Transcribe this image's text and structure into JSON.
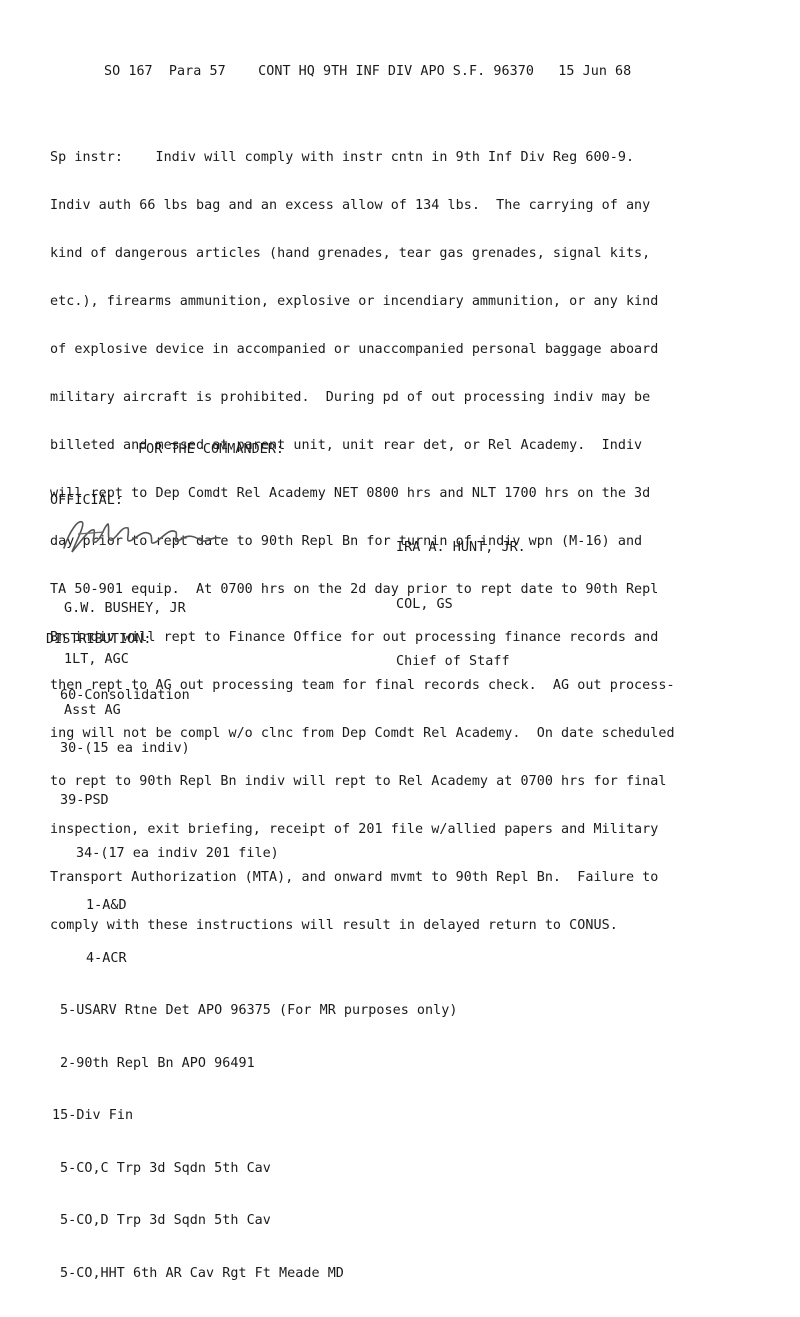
{
  "header": "SO 167  Para 57    CONT HQ 9TH INF DIV APO S.F. 96370   15 Jun 68",
  "body_lines": [
    "Sp instr:    Indiv will comply with instr cntn in 9th Inf Div Reg 600-9.",
    "Indiv auth 66 lbs bag and an excess allow of 134 lbs.  The carrying of any",
    "kind of dangerous articles (hand grenades, tear gas grenades, signal kits,",
    "etc.), firearms ammunition, explosive or incendiary ammunition, or any kind",
    "of explosive device in accompanied or unaccompanied personal baggage aboard",
    "military aircraft is prohibited.  During pd of out processing indiv may be",
    "billeted and messed at parent unit, unit rear det, or Rel Academy.  Indiv",
    "will rept to Dep Comdt Rel Academy NET 0800 hrs and NLT 1700 hrs on the 3d",
    "day prior to rept date to 90th Repl Bn for turnin of indiv wpn (M-16) and",
    "TA 50-901 equip.  At 0700 hrs on the 2d day prior to rept date to 90th Repl",
    "Bn indiv will rept to Finance Office for out processing finance records and",
    "then rept to AG out processing team for final records check.  AG out process-",
    "ing will not be compl w/o clnc from Dep Comdt Rel Academy.  On date scheduled",
    "to rept to 90th Repl Bn indiv will rept to Rel Academy at 0700 hrs for final",
    "inspection, exit briefing, receipt of 201 file w/allied papers and Military",
    "Transport Authorization (MTA), and onward mvmt to 90th Repl Bn.  Failure to",
    "comply with these instructions will result in delayed return to CONUS."
  ],
  "for_commander": "FOR THE COMMANDER:",
  "official_label": "OFFICIAL:",
  "signatory_right": {
    "name": "IRA A. HUNT, JR.",
    "rank": "COL, GS",
    "title": "Chief of Staff"
  },
  "signatory_left": {
    "name": "G.W. BUSHEY, JR",
    "rank": "1LT, AGC",
    "title": "Asst AG"
  },
  "distribution_title": "DISTRIBUTION:",
  "distribution": [
    {
      "indent": 0,
      "text": "60-Consolidation"
    },
    {
      "indent": 0,
      "text": "30-(15 ea indiv)"
    },
    {
      "indent": 0,
      "text": "39-PSD"
    },
    {
      "indent": 2,
      "text": "34-(17 ea indiv 201 file)"
    },
    {
      "indent": 3,
      "text": "1-A&D"
    },
    {
      "indent": 3,
      "text": "4-ACR"
    },
    {
      "indent": 0,
      "text": "5-USARV Rtne Det APO 96375 (For MR purposes only)"
    },
    {
      "indent": 0,
      "text": "2-90th Repl Bn APO 96491"
    },
    {
      "indent": -1,
      "text": "15-Div Fin"
    },
    {
      "indent": 0,
      "text": "5-CO,C Trp 3d Sqdn 5th Cav"
    },
    {
      "indent": 0,
      "text": "5-CO,D Trp 3d Sqdn 5th Cav"
    },
    {
      "indent": 0,
      "text": "5-CO,HHT 6th AR Cav Rgt Ft Meade MD"
    }
  ]
}
